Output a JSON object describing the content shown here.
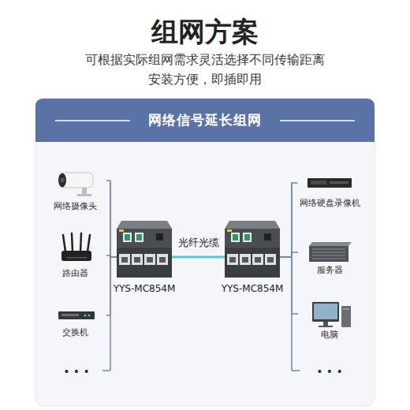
{
  "diagram": {
    "title": "组网方案",
    "nodes": [
      {
        "text": [
          "网络信号延长组网"
        ]
      },
      {
        "text": [
          "网络摄像头"
        ]
      },
      {
        "text": [
          "路由器"
        ]
      },
      {
        "text": [
          "交换机"
        ]
      },
      {
        "text": [
          "YYS-MC854M"
        ]
      },
      {
        "text": [
          "YYS-MC854M"
        ]
      },
      {
        "text": [
          "网络硬盘录像机"
        ]
      },
      {
        "text": [
          "服务器"
        ]
      },
      {
        "text": [
          "电脑"
        ]
      }
    ],
    "edges": [
      {
        "from": 1,
        "to": 4,
        "arrow": "none"
      },
      {
        "from": 2,
        "to": 4,
        "arrow": "none"
      },
      {
        "from": 3,
        "to": 4,
        "arrow": "none"
      },
      {
        "from": 4,
        "to": 5,
        "label": "光纤光缆",
        "arrow": "none"
      },
      {
        "from": 5,
        "to": 6,
        "arrow": "none"
      },
      {
        "from": 5,
        "to": 7,
        "arrow": "none"
      },
      {
        "from": 5,
        "to": 8,
        "arrow": "none"
      }
    ],
    "labels": [
      "可根据实际组网需求灵活选择不同传输距离",
      "安装方便，即插即用",
      "• • •",
      "• • •"
    ]
  }
}
